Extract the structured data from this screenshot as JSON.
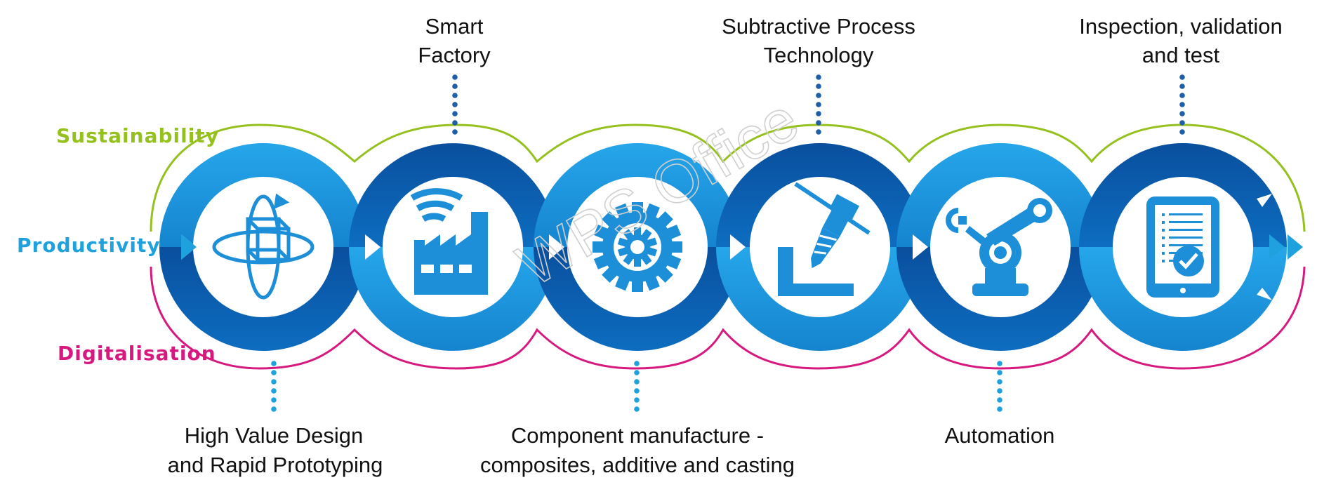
{
  "side_labels": {
    "sustainability": "Sustainability",
    "productivity": "Productivity",
    "digitalisation": "Digitalisation"
  },
  "stages": [
    {
      "line1": "High Value Design",
      "line2": "and Rapid Prototyping",
      "icon": "cube-rotation-icon"
    },
    {
      "line1": "Smart",
      "line2": "Factory",
      "icon": "smart-factory-icon"
    },
    {
      "line1": "Component manufacture -",
      "line2": "composites, additive and casting",
      "icon": "gear-icon"
    },
    {
      "line1": "Subtractive Process",
      "line2": "Technology",
      "icon": "milling-drill-icon"
    },
    {
      "line1": "Automation",
      "line2": "",
      "icon": "robot-arm-icon"
    },
    {
      "line1": "Inspection, validation",
      "line2": "and test",
      "icon": "tablet-checklist-icon"
    }
  ],
  "watermark": "WPS Office",
  "colors": {
    "sustainability": "#95c11f",
    "productivity": "#1ea1dd",
    "digitalisation": "#d7197f",
    "dark_blue": "#0a5fae",
    "mid_blue": "#1d8fd8",
    "light_blue": "#2da7e6",
    "dots": "#1e5fa8"
  }
}
